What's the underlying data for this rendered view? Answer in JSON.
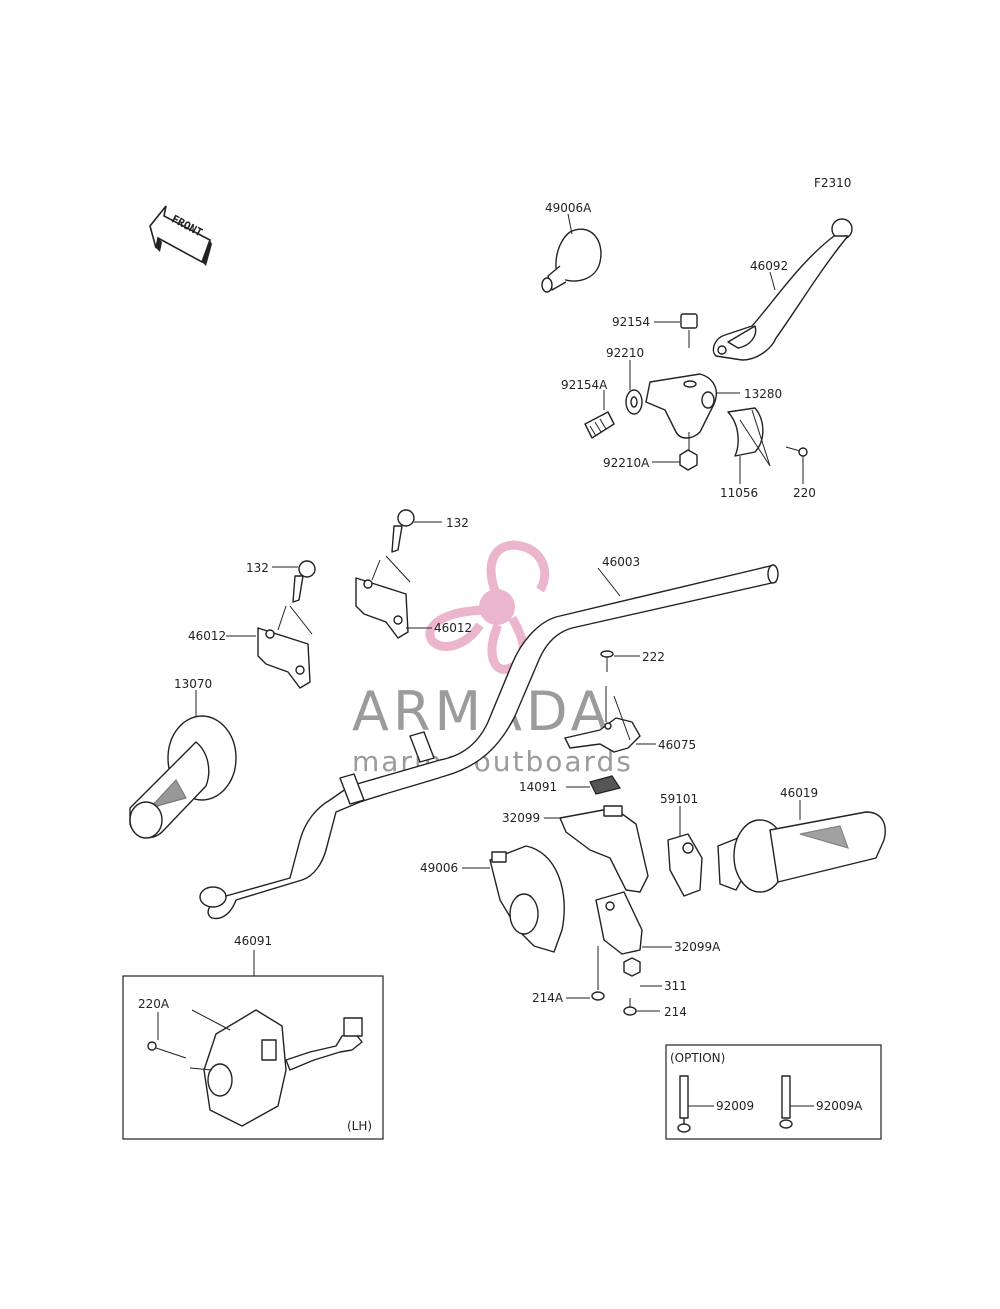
{
  "figure_code": "F2310",
  "front_label": "FRONT",
  "watermark": {
    "title": "ARMADA",
    "subtitle": "marine outboards",
    "colors": {
      "propeller": "#e9a9c6",
      "text": "#8a8a8a"
    }
  },
  "parts": [
    {
      "id": "p49006A",
      "label": "49006A"
    },
    {
      "id": "p46092",
      "label": "46092"
    },
    {
      "id": "p92154",
      "label": "92154"
    },
    {
      "id": "p92210",
      "label": "92210"
    },
    {
      "id": "p92154A",
      "label": "92154A"
    },
    {
      "id": "p13280",
      "label": "13280"
    },
    {
      "id": "p92210A",
      "label": "92210A"
    },
    {
      "id": "p11056",
      "label": "11056"
    },
    {
      "id": "p220",
      "label": "220"
    },
    {
      "id": "p132a",
      "label": "132"
    },
    {
      "id": "p132b",
      "label": "132"
    },
    {
      "id": "p46003",
      "label": "46003"
    },
    {
      "id": "p46012a",
      "label": "46012"
    },
    {
      "id": "p46012b",
      "label": "46012"
    },
    {
      "id": "p222",
      "label": "222"
    },
    {
      "id": "p46075",
      "label": "46075"
    },
    {
      "id": "p14091",
      "label": "14091"
    },
    {
      "id": "p13070",
      "label": "13070"
    },
    {
      "id": "p59101",
      "label": "59101"
    },
    {
      "id": "p46019",
      "label": "46019"
    },
    {
      "id": "p32099",
      "label": "32099"
    },
    {
      "id": "p49006",
      "label": "49006"
    },
    {
      "id": "p32099A",
      "label": "32099A"
    },
    {
      "id": "p311",
      "label": "311"
    },
    {
      "id": "p214A",
      "label": "214A"
    },
    {
      "id": "p214",
      "label": "214"
    },
    {
      "id": "p46091",
      "label": "46091"
    },
    {
      "id": "p220A",
      "label": "220A"
    },
    {
      "id": "p92009",
      "label": "92009"
    },
    {
      "id": "p92009A",
      "label": "92009A"
    }
  ],
  "boxes": {
    "switch_box_note": "(LH)",
    "option_box_title": "(OPTION)"
  }
}
